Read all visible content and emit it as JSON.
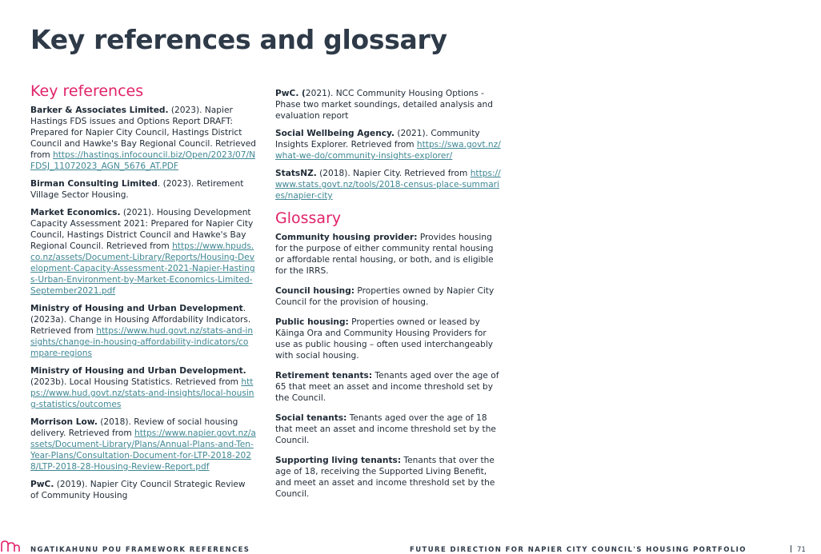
{
  "title": "Key references and glossary",
  "references_heading": "Key references",
  "references_left": [
    {
      "author": "Barker & Associates Limited.",
      "text": " (2023). Napier Hastings FDS issues and Options Report DRAFT: Prepared for Napier City Council, Hastings District Council and Hawke's Bay Regional Council. Retrieved from ",
      "link": "https://hastings.infocouncil.biz/Open/2023/07/NFDSJ_11072023_AGN_5676_AT.PDF"
    },
    {
      "author": "Birman Consulting Limited",
      "text": ". (2023). Retirement Village Sector Housing.",
      "link": ""
    },
    {
      "author": "Market Economics.",
      "text": " (2021). Housing Development Capacity Assessment 2021: Prepared for Napier City Council, Hastings District Council and Hawke's Bay Regional Council. Retrieved from ",
      "link": "https://www.hpuds.co.nz/assets/Document-Library/Reports/Housing-Development-Capacity-Assessment-2021-Napier-Hastings-Urban-Environment-by-Market-Economics-Limited-September2021.pdf"
    },
    {
      "author": "Ministry of Housing and Urban Development",
      "text": ". (2023a). Change in Housing Affordability Indicators. Retrieved from ",
      "link": "https://www.hud.govt.nz/stats-and-insights/change-in-housing-affordability-indicators/compare-regions"
    },
    {
      "author": "Ministry of Housing and Urban Development.",
      "text": " (2023b). Local Housing Statistics. Retrieved from ",
      "link": "https://www.hud.govt.nz/stats-and-insights/local-housing-statistics/outcomes"
    },
    {
      "author": "Morrison Low.",
      "text": " (2018). Review of social housing delivery. Retrieved from ",
      "link": "https://www.napier.govt.nz/assets/Document-Library/Plans/Annual-Plans-and-Ten-Year-Plans/Consultation-Document-for-LTP-2018-2028/LTP-2018-28-Housing-Review-Report.pdf"
    },
    {
      "author": "PwC.",
      "text": " (2019). Napier City Council Strategic Review of Community Housing",
      "link": ""
    }
  ],
  "references_right": [
    {
      "author": "PwC. (",
      "text": "2021). NCC Community Housing Options - Phase two market soundings, detailed analysis and evaluation report",
      "link": ""
    },
    {
      "author": "Social Wellbeing Agency.",
      "text": " (2021). Community Insights Explorer. Retrieved from ",
      "link": "https://swa.govt.nz/what-we-do/community-insights-explorer/"
    },
    {
      "author": "StatsNZ.",
      "text": " (2018). Napier City. Retrieved from ",
      "link": "https://www.stats.govt.nz/tools/2018-census-place-summaries/napier-city"
    }
  ],
  "glossary_heading": "Glossary",
  "glossary": [
    {
      "term": "Community housing provider:",
      "definition": " Provides housing for the purpose of either community rental housing or affordable rental housing, or both, and is eligible for the IRRS."
    },
    {
      "term": "Council housing:",
      "definition": " Properties owned by Napier City Council for the provision of housing."
    },
    {
      "term": "Public housing:",
      "definition": " Properties owned or leased by Kāinga Ora and Community Housing Providers for use as public housing – often used interchangeably with social housing."
    },
    {
      "term": "Retirement tenants:",
      "definition": " Tenants aged over the age of 65 that meet an asset and income threshold set by the Council."
    },
    {
      "term": "Social tenants:",
      "definition": " Tenants aged over the age of 18 that meet an asset and income threshold set by the Council."
    },
    {
      "term": "Supporting living tenants:",
      "definition": " Tenants that over the age of 18, receiving the Supported Living Benefit, and meet an asset and income threshold set by the Council."
    }
  ],
  "footer": {
    "left": "NGATIKAHUNU POU FRAMEWORK REFERENCES",
    "right": "FUTURE DIRECTION FOR NAPIER CITY COUNCIL'S HOUSING PORTFOLIO",
    "page": "71"
  },
  "colors": {
    "accent": "#e0236a",
    "link": "#3f8794",
    "title": "#2e3a48"
  }
}
